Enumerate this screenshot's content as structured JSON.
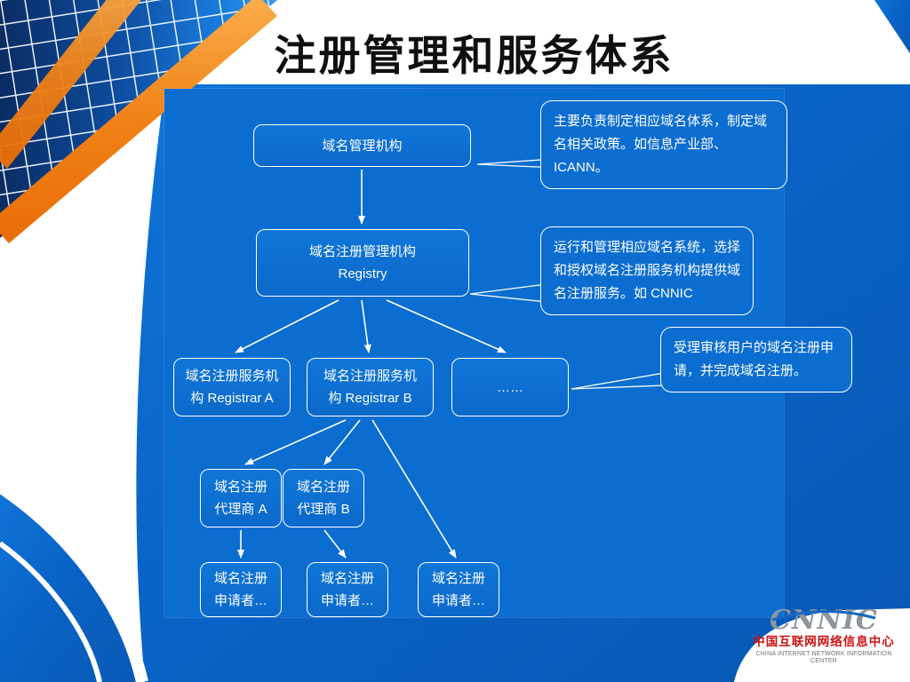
{
  "slide": {
    "title": "注册管理和服务体系"
  },
  "diagram": {
    "nodes": {
      "admin": {
        "lines": [
          "域名管理机构"
        ]
      },
      "registry": {
        "lines": [
          "域名注册管理机构",
          "Registry"
        ]
      },
      "registrar_a": {
        "lines": [
          "域名注册服务机",
          "构 Registrar A"
        ]
      },
      "registrar_b": {
        "lines": [
          "域名注册服务机",
          "构 Registrar B"
        ]
      },
      "others": {
        "lines": [
          "……"
        ]
      },
      "agent_a": {
        "lines": [
          "域名注册",
          "代理商 A"
        ]
      },
      "agent_b": {
        "lines": [
          "域名注册",
          "代理商 B"
        ]
      },
      "applicant_1": {
        "lines": [
          "域名注册",
          "申请者…"
        ]
      },
      "applicant_2": {
        "lines": [
          "域名注册",
          "申请者…"
        ]
      },
      "applicant_3": {
        "lines": [
          "域名注册",
          "申请者…"
        ]
      }
    },
    "callouts": {
      "admin_note": "主要负责制定相应域名体系，制定域名相关政策。如信息产业部、ICANN。",
      "registry_note": "运行和管理相应域名系统，选择和授权域名注册服务机构提供域名注册服务。如 CNNIC",
      "registrar_note": "受理审核用户的域名注册申请，并完成域名注册。"
    }
  },
  "footer_logo": {
    "wordmark": "CNNIC",
    "name_cn": "中国互联网网络信息中心",
    "name_en": "CHINA INTERNET NETWORK INFORMATION CENTER"
  },
  "colors": {
    "panel_blue": "#0b6dd0",
    "accent_orange": "#f08218",
    "logo_red": "#cc1111",
    "title_text": "#101010"
  }
}
